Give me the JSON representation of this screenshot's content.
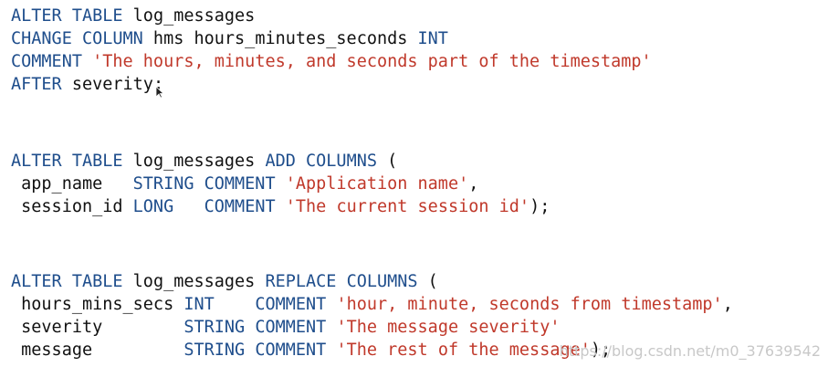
{
  "code": {
    "block1": {
      "l1": {
        "kw1": "ALTER TABLE",
        "id1": " log_messages"
      },
      "l2": {
        "kw1": "CHANGE COLUMN",
        "id1": " hms hours_minutes_seconds ",
        "kw2": "INT"
      },
      "l3": {
        "kw1": "COMMENT",
        "sp": " ",
        "str1": "'The hours, minutes, and seconds part of the timestamp'"
      },
      "l4": {
        "kw1": "AFTER",
        "id1": " severity;"
      }
    },
    "block2": {
      "l1": {
        "kw1": "ALTER TABLE",
        "id1": " log_messages ",
        "kw2": "ADD COLUMNS",
        "id2": " ("
      },
      "l2": {
        "id1": " app_name   ",
        "kw1": "STRING COMMENT",
        "sp": " ",
        "str1": "'Application name'",
        "id2": ","
      },
      "l3": {
        "id1": " session_id ",
        "kw1": "LONG",
        "sp": "   ",
        "kw2": "COMMENT",
        "sp2": " ",
        "str1": "'The current session id'",
        "id2": ");"
      }
    },
    "block3": {
      "l1": {
        "kw1": "ALTER TABLE",
        "id1": " log_messages ",
        "kw2": "REPLACE COLUMNS",
        "id2": " ("
      },
      "l2": {
        "id1": " hours_mins_secs ",
        "kw1": "INT",
        "sp": "    ",
        "kw2": "COMMENT",
        "sp2": " ",
        "str1": "'hour, minute, seconds from timestamp'",
        "id2": ","
      },
      "l3": {
        "id1": " severity        ",
        "kw1": "STRING COMMENT",
        "sp": " ",
        "str1": "'The message severity'"
      },
      "l4": {
        "id1": " message         ",
        "kw1": "STRING COMMENT",
        "sp": " ",
        "str1": "'The rest of the message'",
        "id2": ");"
      }
    }
  },
  "watermark": "https://blog.csdn.net/m0_37639542",
  "colors": {
    "keyword": "#1f4e8c",
    "string": "#c0392b",
    "text": "#111111",
    "watermark": "#c8c8c8"
  }
}
